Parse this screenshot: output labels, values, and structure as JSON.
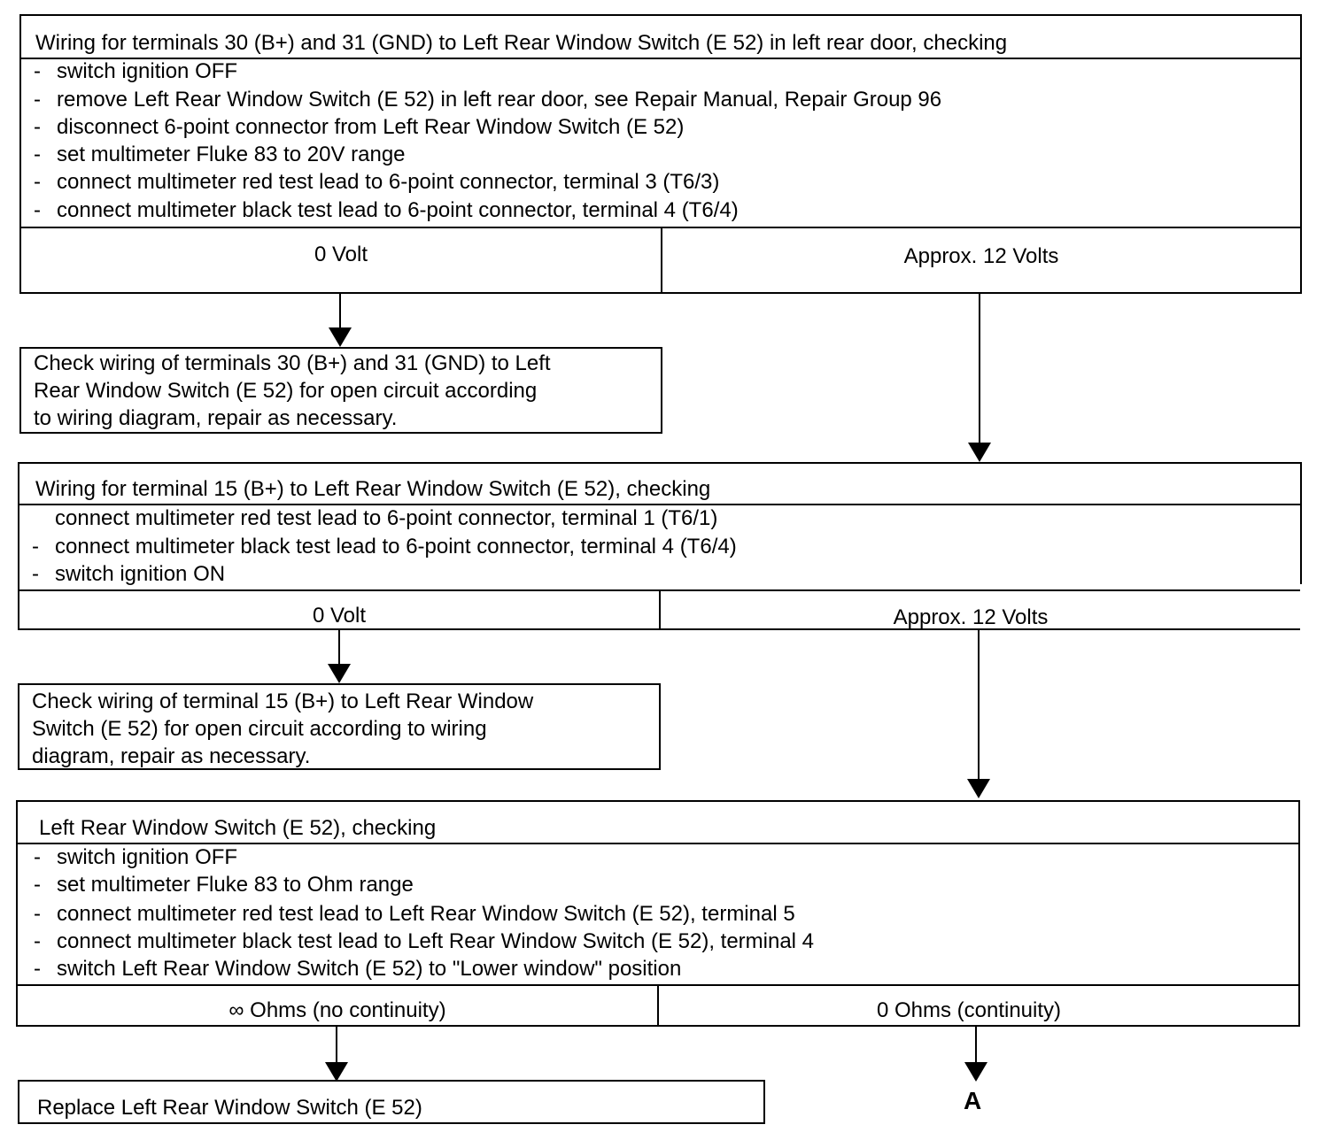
{
  "block1": {
    "title": "Wiring for terminals 30 (B+) and 31 (GND) to Left Rear Window Switch (E 52) in left rear door, checking",
    "steps": [
      "switch ignition OFF",
      "remove Left Rear Window Switch (E 52) in left rear door, see Repair Manual, Repair Group 96",
      "disconnect 6-point connector from Left Rear Window Switch (E 52)",
      "set multimeter Fluke 83 to 20V range",
      "connect multimeter  red test lead to 6-point connector,  terminal 3 (T6/3)",
      "connect multimeter black test lead to 6-point connector, terminal 4 (T6/4)"
    ],
    "result_left": "0 Volt",
    "result_right": "Approx. 12 Volts"
  },
  "action1": {
    "lines": [
      "Check wiring of terminals 30 (B+) and 31 (GND) to Left",
      "Rear Window Switch (E 52) for open circuit according",
      "to wiring  diagram,  repair as necessary."
    ]
  },
  "block2": {
    "title": "Wiring for terminal 15 (B+)  to Left Rear Window Switch (E 52), checking",
    "steps": [
      "connect multimeter red test lead to 6-point connector,  terminal 1 (T6/1)",
      "connect multimeter black test lead to 6-point connector,  terminal 4 (T6/4)",
      "switch ignition ON"
    ],
    "result_left": "0 Volt",
    "result_right": "Approx. 12 Volts"
  },
  "action2": {
    "lines": [
      "Check wiring of terminal 15 (B+)  to  Left Rear Window",
      "Switch (E 52) for open circuit  according  to wiring",
      "diagram,  repair as  necessary."
    ]
  },
  "block3": {
    "title": "Left Rear Window Switch (E 52), checking",
    "steps": [
      "switch ignition OFF",
      "set multimeter Fluke 83 to Ohm range",
      "connect multimeter red test lead to Left Rear Window Switch (E 52), terminal 5",
      "connect multimeter black test lead to Left Rear Window Switch (E 52), terminal 4",
      "switch Left Rear Window Switch (E 52) to \"Lower window\" position"
    ],
    "result_left": "∞ Ohms  (no continuity)",
    "result_right": "0 Ohms  (continuity)"
  },
  "action3": {
    "text": "Replace Left Rear Window Switch (E 52)"
  },
  "connector": {
    "label": "A"
  }
}
